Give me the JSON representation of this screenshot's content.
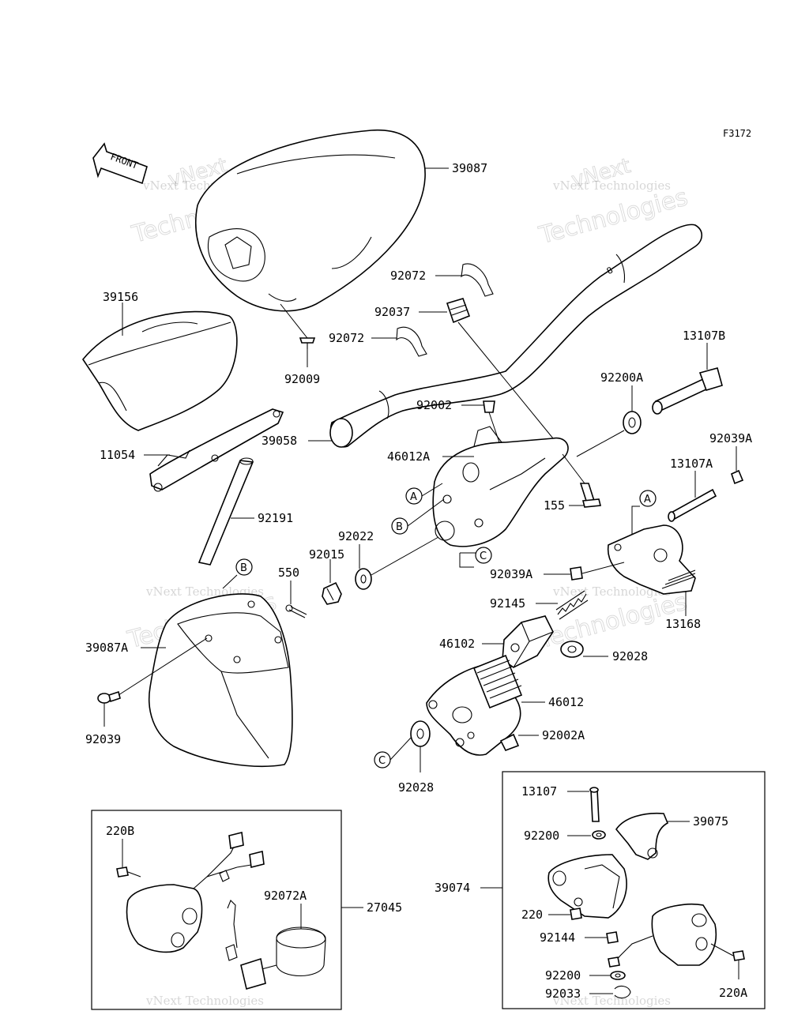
{
  "figure_id": "F3172",
  "front_label": "FRONT",
  "watermark": {
    "line1": "vNext",
    "line2": "Technologies",
    "combined": "vNext Technologies"
  },
  "labels": {
    "p39087": "39087",
    "p92072_top": "92072",
    "p92037": "92037",
    "p92072_mid": "92072",
    "p39156": "39156",
    "p92009": "92009",
    "p13107B": "13107B",
    "p92200A": "92200A",
    "p92002": "92002",
    "p39058": "39058",
    "p11054": "11054",
    "p46012A": "46012A",
    "p92039A_right": "92039A",
    "p13107A": "13107A",
    "p155": "155",
    "p92191": "92191",
    "p92022": "92022",
    "p92015": "92015",
    "p550": "550",
    "p92039A_mid": "92039A",
    "p92145": "92145",
    "p13168": "13168",
    "p39087A": "39087A",
    "p46102": "46102",
    "p92028_right": "92028",
    "p46012": "46012",
    "p92039": "92039",
    "p92002A": "92002A",
    "p92028_bottom": "92028",
    "p13107": "13107",
    "p39075": "39075",
    "p220B": "220B",
    "p92200_top": "92200",
    "p39074": "39074",
    "p92072A": "92072A",
    "p27045": "27045",
    "p220": "220",
    "p92144": "92144",
    "p92200_bottom": "92200",
    "p92033": "92033",
    "p220A": "220A"
  },
  "callouts": {
    "A": "A",
    "B": "B",
    "C": "C"
  }
}
